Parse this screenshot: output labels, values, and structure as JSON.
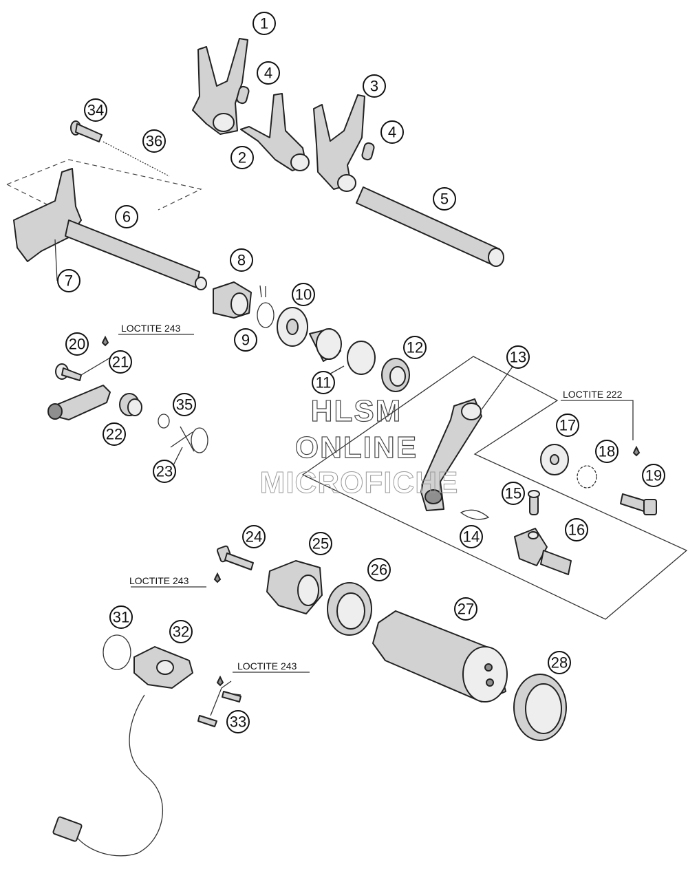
{
  "callouts": [
    {
      "num": "1"
    },
    {
      "num": "2"
    },
    {
      "num": "3"
    },
    {
      "num": "4"
    },
    {
      "num": "4"
    },
    {
      "num": "5"
    },
    {
      "num": "6"
    },
    {
      "num": "7"
    },
    {
      "num": "8"
    },
    {
      "num": "9"
    },
    {
      "num": "10"
    },
    {
      "num": "11"
    },
    {
      "num": "12"
    },
    {
      "num": "13"
    },
    {
      "num": "14"
    },
    {
      "num": "15"
    },
    {
      "num": "16"
    },
    {
      "num": "17"
    },
    {
      "num": "18"
    },
    {
      "num": "19"
    },
    {
      "num": "20"
    },
    {
      "num": "21"
    },
    {
      "num": "22"
    },
    {
      "num": "23"
    },
    {
      "num": "24"
    },
    {
      "num": "25"
    },
    {
      "num": "26"
    },
    {
      "num": "27"
    },
    {
      "num": "28"
    },
    {
      "num": "31"
    },
    {
      "num": "32"
    },
    {
      "num": "33"
    },
    {
      "num": "34"
    },
    {
      "num": "35"
    },
    {
      "num": "36"
    }
  ],
  "loctite_labels": [
    {
      "text": "LOCTITE 243"
    },
    {
      "text": "LOCTITE 222"
    },
    {
      "text": "LOCTITE 243"
    },
    {
      "text": "LOCTITE 243"
    }
  ],
  "watermark": {
    "line1": "HLSM",
    "line2": "ONLINE",
    "line3": "MICROFICHE"
  }
}
